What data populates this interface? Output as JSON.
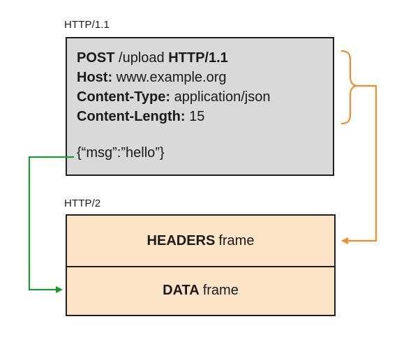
{
  "labels": {
    "http11": "HTTP/1.1",
    "http2": "HTTP/2"
  },
  "request": {
    "request_line": {
      "method": "POST",
      "path": "/upload",
      "version": "HTTP/1.1"
    },
    "headers": [
      {
        "name": "Host:",
        "value": "www.example.org"
      },
      {
        "name": "Content-Type:",
        "value": "application/json"
      },
      {
        "name": "Content-Length:",
        "value": "15"
      }
    ],
    "body": "{“msg”:”hello”}"
  },
  "frames": {
    "headers": {
      "keyword": "HEADERS",
      "suffix": "frame"
    },
    "data": {
      "keyword": "DATA",
      "suffix": "frame"
    }
  },
  "colors": {
    "http11_box_fill": "#d9d9d9",
    "http2_box_fill": "#fde4c6",
    "headers_arrow": "#f28c28",
    "data_arrow": "#1a9a2e",
    "border": "#1f1f1f"
  }
}
